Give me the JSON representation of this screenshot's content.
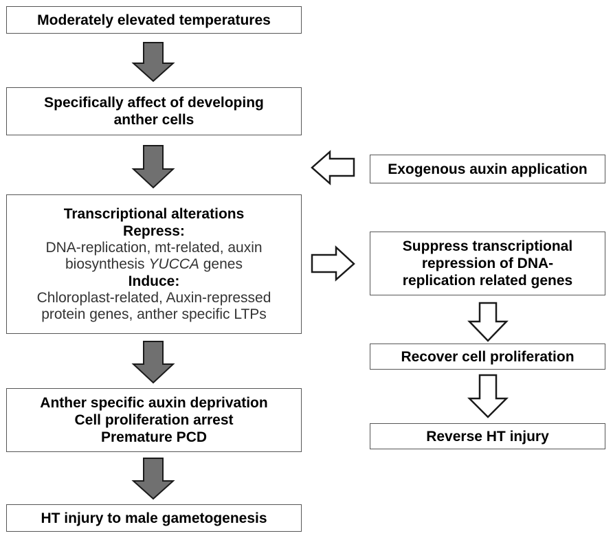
{
  "left_flow": {
    "box1": {
      "text": "Moderately elevated temperatures"
    },
    "box2": {
      "line1": "Specifically affect  of developing",
      "line2": "anther cells"
    },
    "box3": {
      "title": "Transcriptional alterations",
      "repress_label": "Repress:",
      "repress_line1": "DNA-replication, mt-related, auxin",
      "repress_line2_prefix": "biosynthesis ",
      "repress_line2_gene": "YUCCA",
      "repress_line2_suffix": " genes",
      "induce_label": "Induce:",
      "induce_line1": "Chloroplast-related, Auxin-repressed",
      "induce_line2": "protein genes, anther specific LTPs"
    },
    "box4": {
      "line1": "Anther specific auxin deprivation",
      "line2": "Cell proliferation arrest",
      "line3": "Premature PCD"
    },
    "box5": {
      "text": "HT injury to male gametogenesis"
    }
  },
  "right_flow": {
    "exogenous": {
      "text": "Exogenous auxin application"
    },
    "suppress": {
      "line1": "Suppress transcriptional",
      "line2": "repression of DNA-",
      "line3": "replication related genes"
    },
    "recover": {
      "text": "Recover cell proliferation"
    },
    "reverse": {
      "text": "Reverse HT injury"
    }
  },
  "colors": {
    "filled_arrow": "#707070",
    "arrow_stroke": "#1a1a1a",
    "hollow_arrow_fill": "#ffffff",
    "box_border": "#555555"
  }
}
